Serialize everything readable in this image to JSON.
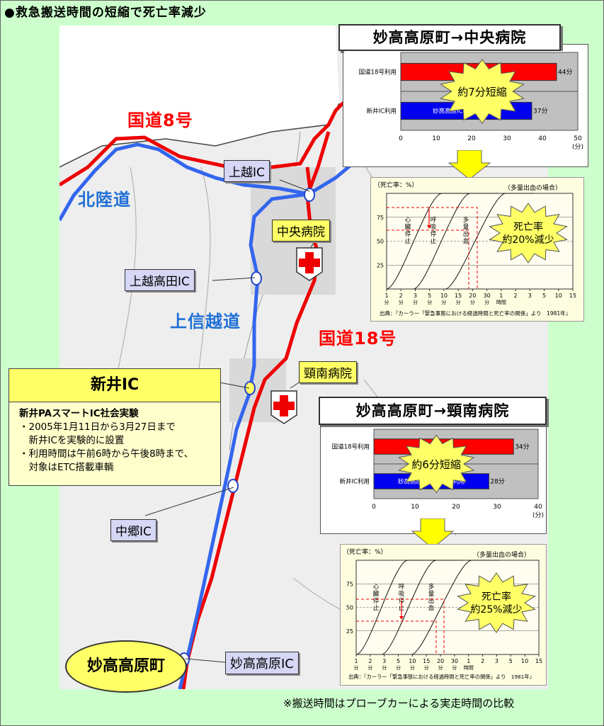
{
  "title": "●救急搬送時間の短縮で死亡率減少",
  "roads": {
    "route8": "国道8号",
    "hokuriku": "北陸道",
    "joshinetsu": "上信越道",
    "route18": "国道18号"
  },
  "callouts": {
    "joetsu_ic": "上越IC",
    "joetsu_takada_ic": "上越高田IC",
    "chuo_hospital": "中央病院",
    "keinan_hospital": "頸南病院",
    "nakago_ic": "中郷IC",
    "myoko_kogen_ic": "妙高高原IC"
  },
  "arai_ic": {
    "title": "新井IC",
    "body_title": "新井PAスマートIC社会実験",
    "lines": [
      "・2005年1月11日から3月27日まで",
      "　新井ICを実験的に設置",
      "・利用時間は午前6時から午後8時まで、",
      "　対象はETC搭載車輌"
    ]
  },
  "myoko_town": "妙高高原町",
  "footnote": "※搬送時間はプローブカーによる実走時間の比較",
  "panel1": {
    "title": "妙高高原町→中央病院",
    "reduction": "約7分短縮",
    "bar_inner_label": "妙高高原IC→新井IC 利用"
  },
  "panel2": {
    "title": "妙高高原町→頸南病院",
    "reduction": "約6分短縮",
    "bar_inner_label": "妙高高原IC→新井IC 利用"
  },
  "death1": {
    "burst": [
      "死亡率",
      "約20%減少"
    ],
    "ylabel": "（死亡率：%）",
    "case": "（多量出血の場合）",
    "source": "出典：『カーラー「緊急事態における経過時間と死亡率の関係」より　1981年』",
    "curves": [
      "心臓停止",
      "呼吸停止",
      "多量出血"
    ]
  },
  "death2": {
    "burst": [
      "死亡率",
      "約25%減少"
    ],
    "ylabel": "（死亡率：%）",
    "case": "（多量出血の場合）",
    "source": "出典：『カーラー「緊急事態における経過時間と死亡率の関係」より　1981年』",
    "curves": [
      "心臓停止",
      "呼吸停止",
      "多量出血"
    ]
  },
  "chart_data": [
    {
      "type": "bar",
      "title": "妙高高原町→中央病院",
      "categories": [
        "国道18号利用",
        "新井IC利用"
      ],
      "values": [
        44,
        37
      ],
      "value_labels": [
        "44分",
        "37分"
      ],
      "xlim": [
        0,
        50
      ],
      "xticks": [
        0,
        10,
        20,
        30,
        40,
        50
      ],
      "xunit": "(分)",
      "colors": [
        "#ff0000",
        "#0000ee"
      ]
    },
    {
      "type": "bar",
      "title": "妙高高原町→頸南病院",
      "categories": [
        "国道18号利用",
        "新井IC利用"
      ],
      "values": [
        34,
        28
      ],
      "value_labels": [
        "34分",
        "28分"
      ],
      "xlim": [
        0,
        40
      ],
      "xticks": [
        0,
        10,
        20,
        30,
        40
      ],
      "xunit": "(分)",
      "colors": [
        "#ff0000",
        "#0000ee"
      ]
    },
    {
      "type": "line",
      "series": [
        {
          "values": []
        },
        {
          "values": []
        },
        {
          "values": []
        }
      ],
      "yticks": [
        25,
        50,
        75
      ],
      "xticks": [
        "1分",
        "2分",
        "3分",
        "5分",
        "10分",
        "15分",
        "20分",
        "30分",
        "1時間",
        "2",
        "3",
        "5",
        "10",
        "15"
      ]
    },
    {
      "type": "line",
      "series": [
        {
          "values": []
        },
        {
          "values": []
        },
        {
          "values": []
        }
      ],
      "yticks": [
        25,
        50,
        75
      ],
      "xticks": [
        "1分",
        "2分",
        "3分",
        "5分",
        "10分",
        "15分",
        "20分",
        "30分",
        "1時間",
        "2",
        "3",
        "5",
        "10",
        "15"
      ]
    }
  ]
}
